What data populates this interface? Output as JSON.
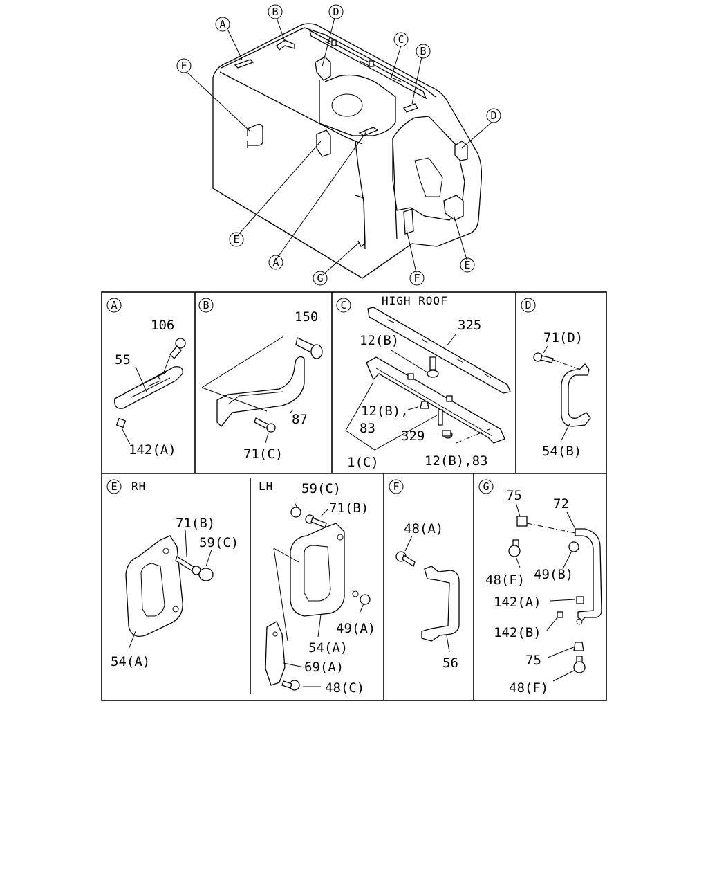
{
  "overview": {
    "callouts": [
      {
        "id": "top-A",
        "letter": "A"
      },
      {
        "id": "top-B1",
        "letter": "B"
      },
      {
        "id": "top-D1",
        "letter": "D"
      },
      {
        "id": "top-C",
        "letter": "C"
      },
      {
        "id": "top-B2",
        "letter": "B"
      },
      {
        "id": "top-F1",
        "letter": "F"
      },
      {
        "id": "top-D2",
        "letter": "D"
      },
      {
        "id": "left-E",
        "letter": "E"
      },
      {
        "id": "bottom-A",
        "letter": "A"
      },
      {
        "id": "bottom-G",
        "letter": "G"
      },
      {
        "id": "bottom-F",
        "letter": "F"
      },
      {
        "id": "right-E",
        "letter": "E"
      }
    ]
  },
  "panels": {
    "A": {
      "letter": "A",
      "labels": [
        "106",
        "55",
        "142(A)"
      ]
    },
    "B": {
      "letter": "B",
      "labels": [
        "150",
        "87",
        "71(C)"
      ]
    },
    "C": {
      "letter": "C",
      "note": "HIGH ROOF",
      "labels": [
        "325",
        "12(B)",
        "12(B),",
        "83",
        "329",
        "1(C)",
        "12(B),83"
      ]
    },
    "D": {
      "letter": "D",
      "labels": [
        "71(D)",
        "54(B)"
      ]
    },
    "E": {
      "letter": "E",
      "rh_note": "RH",
      "lh_note": "LH",
      "rh_labels": [
        "71(B)",
        "59(C)",
        "54(A)"
      ],
      "lh_labels": [
        "59(C)",
        "71(B)",
        "49(A)",
        "54(A)",
        "69(A)",
        "48(C)"
      ]
    },
    "F": {
      "letter": "F",
      "labels": [
        "48(A)",
        "56"
      ]
    },
    "G": {
      "letter": "G",
      "labels": [
        "75",
        "72",
        "48(F)",
        "49(B)",
        "142(A)",
        "142(B)",
        "75",
        "48(F)"
      ]
    }
  }
}
